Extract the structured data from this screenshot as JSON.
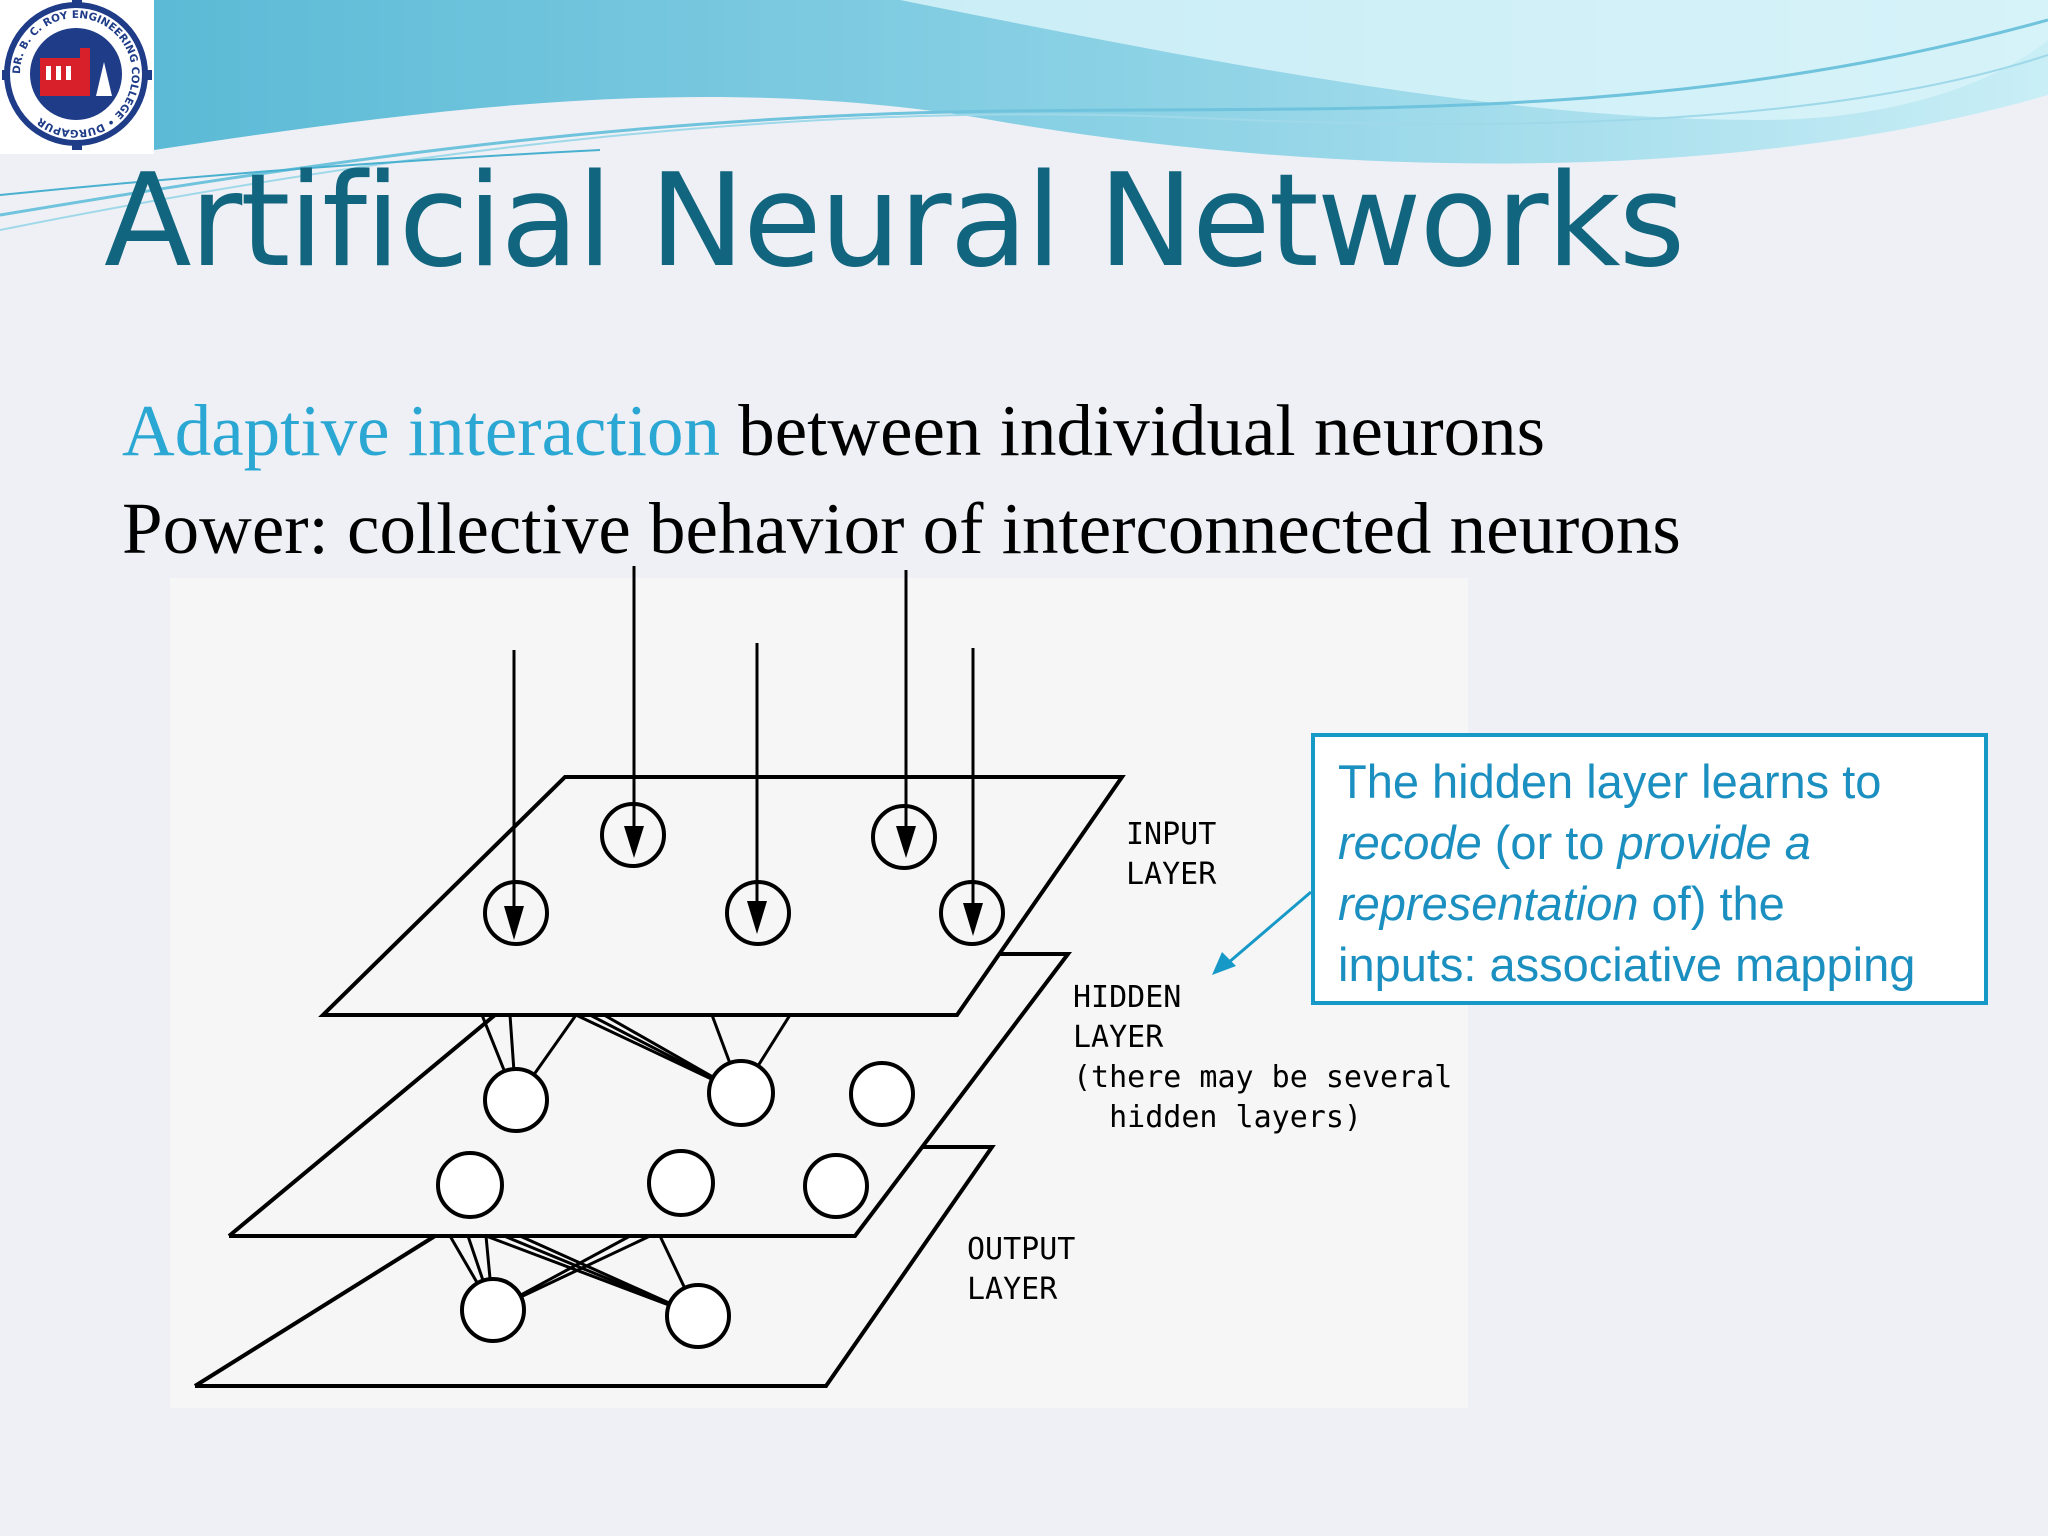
{
  "colors": {
    "background": "#eff0f5",
    "title": "#11657e",
    "highlight": "#2aa7d2",
    "callout_border": "#1799c8",
    "callout_text": "#1a8fc0",
    "wave_dark": "#5bbad6",
    "wave_light": "#b4e3ef",
    "logo_blue": "#1f3c88",
    "logo_red": "#d8202a"
  },
  "logo": {
    "ring_text": "DR. B. C. ROY ENGINEERING COLLEGE • DURGAPUR"
  },
  "slide": {
    "title": "Artificial Neural Networks",
    "bullet_1": {
      "highlight": "Adaptive interaction",
      "rest": " between individual neurons"
    },
    "bullet_2": "Power: collective behavior of interconnected neurons"
  },
  "diagram": {
    "input_label": "INPUT\nLAYER",
    "hidden_label": "HIDDEN\nLAYER\n(there may be several\n  hidden layers)",
    "output_label": "OUTPUT\nLAYER",
    "input_neurons": 5,
    "hidden_neurons": 6,
    "output_neurons": 2
  },
  "callout": {
    "line_1": "The hidden layer learns to",
    "line_2_a": "recode",
    "line_2_b": " (or to ",
    "line_2_c": "provide a",
    "line_3_a": "representation",
    "line_3_b": " of) the",
    "line_4": "inputs: associative mapping"
  }
}
